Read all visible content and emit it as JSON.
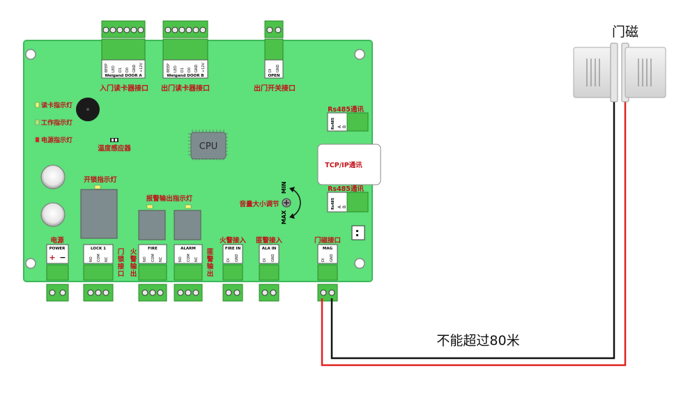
{
  "board": {
    "top_connectors": {
      "reader_a": {
        "pins": [
          "BEEP",
          "LED",
          "D1",
          "D0",
          "GND",
          "+12V"
        ],
        "name": "Weigand DOOR A",
        "caption": "入门读卡器接口"
      },
      "reader_b": {
        "pins": [
          "BEEP",
          "LED",
          "D1",
          "D0",
          "GND",
          "+12V"
        ],
        "name": "Weigand DOOR B",
        "caption": "出门读卡器接口"
      },
      "exit_button": {
        "pins": [
          "DI",
          "GND"
        ],
        "name": "OPEN",
        "caption": "出门开关接口"
      }
    },
    "indicators": {
      "card_read": "读卡指示灯",
      "work": "工作指示灯",
      "power": "电源指示灯",
      "unlock": "开锁指示灯",
      "alarm_out": "报警输出指示灯"
    },
    "temp_sensor": "温度感应器",
    "cpu": "CPU",
    "volume": {
      "label": "音量大小调节",
      "min": "MIN",
      "max": "MAX"
    },
    "comms": {
      "rs485_top": {
        "label": "Rs485通讯",
        "tag": "Rs485",
        "pins": [
          "A",
          "B"
        ]
      },
      "tcpip": "TCP/IP通讯",
      "rs485_bottom": {
        "label": "Rs485通讯",
        "tag": "Rs485",
        "pins": [
          "A",
          "B"
        ]
      }
    },
    "bottom_connectors": {
      "power": {
        "title": "电源",
        "name": "POWER",
        "plus": "+",
        "minus": "−"
      },
      "lock": {
        "name": "LOCK 1",
        "pins": [
          "NO",
          "COM",
          "NC"
        ],
        "side_label": "门锁接口"
      },
      "fire": {
        "name": "FIRE",
        "pins": [
          "NO",
          "COM",
          "NC"
        ],
        "side_label": "火警输出"
      },
      "alarm": {
        "name": "ALARM",
        "pins": [
          "NO",
          "COM",
          "NC"
        ],
        "side_label": "匪警输出"
      },
      "fire_in": {
        "title": "火警接入",
        "name": "FIRE IN",
        "pins": [
          "DI",
          "GND"
        ]
      },
      "ala_in": {
        "title": "匪警接入",
        "name": "ALA IN",
        "pins": [
          "DI",
          "GND"
        ]
      },
      "mag": {
        "title": "门磁接口",
        "name": "MAG",
        "pins": [
          "DI",
          "GND"
        ]
      }
    }
  },
  "sensor": {
    "label": "门磁"
  },
  "wire_note": "不能超过80米",
  "colors": {
    "board": "#5ee07a",
    "board_border": "#3fb85a",
    "terminal": "#4cc24a",
    "red_text": "#c0121a",
    "wire_red": "#e0201c",
    "wire_black": "#111111"
  }
}
